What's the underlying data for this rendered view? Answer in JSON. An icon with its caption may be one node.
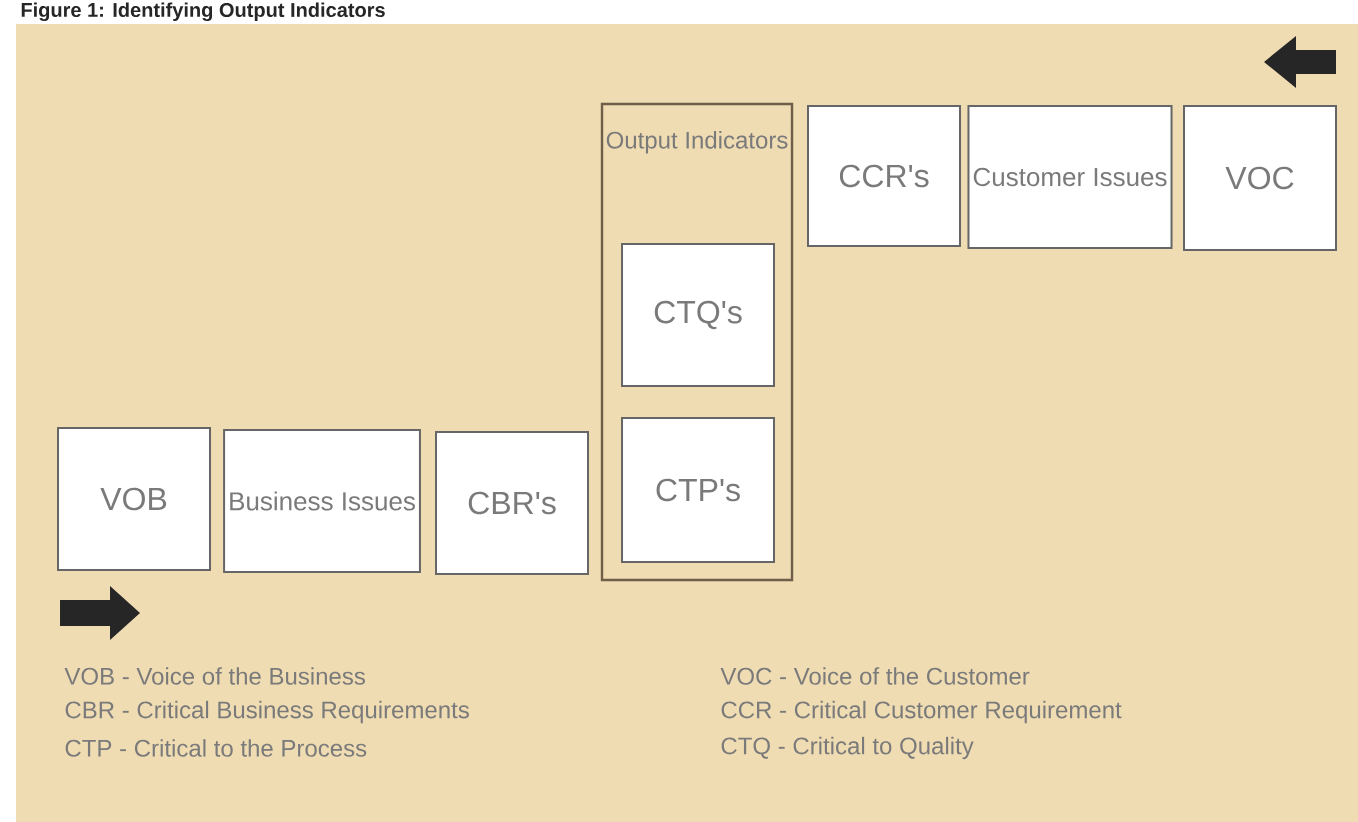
{
  "diagram": {
    "title": "Figure 1: Identifying Output Indicators",
    "nodes": [
      {
        "text": [
          "Output Indicators"
        ]
      },
      {
        "text": [
          "CTQ's"
        ],
        "in": 0
      },
      {
        "text": [
          "CTP's"
        ],
        "in": 0
      },
      {
        "text": [
          "CCR's"
        ]
      },
      {
        "text": [
          "Customer Issues"
        ]
      },
      {
        "text": [
          "VOC"
        ]
      },
      {
        "text": [
          "VOB"
        ]
      },
      {
        "text": [
          "Business Issues"
        ]
      },
      {
        "text": [
          "CBR's"
        ]
      }
    ],
    "labels": [
      "VOB - Voice of the Business",
      "CBR - Critical Business Requirements",
      "CTP - Critical to the Process",
      "VOC - Voice of the Customer",
      "CCR - Critical Customer Requirement",
      "CTQ - Critical to Quality"
    ]
  }
}
